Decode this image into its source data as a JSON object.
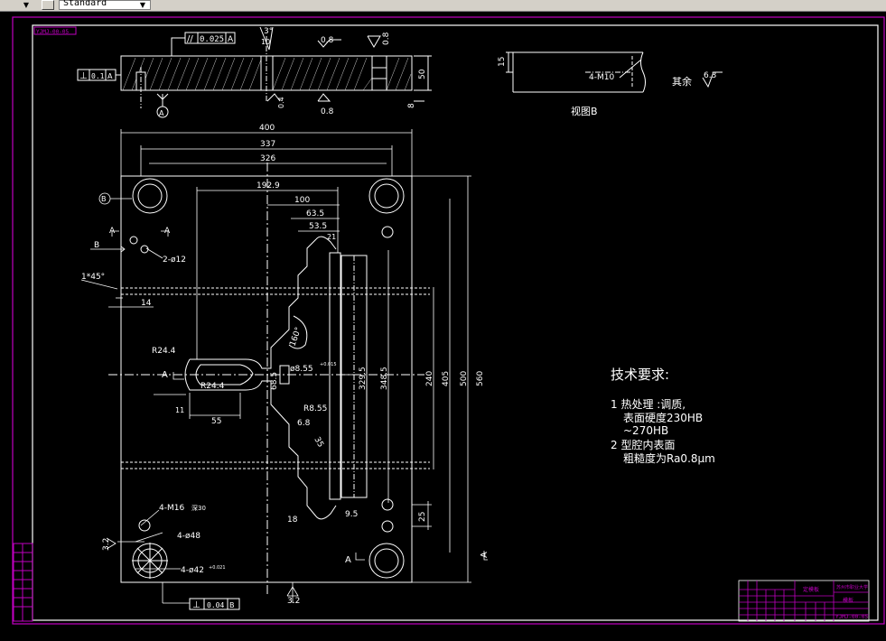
{
  "toolbar": {
    "style_value": "Standard"
  },
  "drawing": {
    "drawing_number": "YJMJ-00-05",
    "sheet_code_label": "YJMJ-00-05",
    "top_view": {
      "tol_flatness_symbol": "//",
      "tol_flatness_value": "0.025",
      "tol_flatness_datum": "A",
      "tol_perp_symbol": "⊥",
      "tol_perp_value": "0.1",
      "tol_perp_datum": "A",
      "angle": "3°",
      "dim_10": "10",
      "rough_08a": "0.8",
      "rough_08b": "0.8",
      "rough_04": "0.4",
      "rough_08c": "0.8",
      "dim_50": "50",
      "dim_8": "8",
      "datum_a": "A"
    },
    "view_b": {
      "dim_15": "15",
      "thread": "4-M10",
      "caption": "视图B",
      "rest_label": "其余",
      "rest_rough": "6.3"
    },
    "main_view": {
      "dim_400": "400",
      "dim_337": "337",
      "dim_326": "326",
      "dim_1929": "192.9",
      "dim_100": "100",
      "dim_635": "63.5",
      "dim_535": "53.5",
      "dim_21": "21",
      "dim_2_12": "2-ø12",
      "chamfer": "1*45°",
      "dim_14": "14",
      "dim_160": "160°",
      "r244a": "R24.4",
      "r244b": "R24.4",
      "dia855": "ø8.55",
      "tol_855": "+0.015",
      "r855": "R8.55",
      "dim_685": "68.5",
      "dim_68": "6.8",
      "dim_11": "11",
      "dim_55": "55",
      "dim_35": "35",
      "dim_3295": "329.5",
      "dim_3485": "348.5",
      "dim_240": "240",
      "dim_405": "405",
      "dim_500": "500",
      "dim_560": "560",
      "dim_18": "18",
      "dim_95": "9.5",
      "dim_25": "25",
      "m16": "4-M16",
      "m16_depth": "深30",
      "d48": "4-ø48",
      "d42": "4-ø42",
      "tol_42": "+0.021",
      "rough_32a": "3.2",
      "rough_32b": "3.2",
      "tol_bottom_symbol": "⊥",
      "tol_bottom_value": "0.04",
      "tol_bottom_datum": "B",
      "label_a1": "A",
      "label_a2": "A",
      "label_a3": "A",
      "label_a4": "A",
      "label_a5": "A",
      "label_b": "B",
      "label_b_circle": "B"
    },
    "notes": {
      "title": "技术要求:",
      "line1": "1  热处理 :调质,",
      "line2": "表面硬度230HB",
      "line3": "~270HB",
      "line4": "2  型腔内表面",
      "line5": "粗糙度为Ra0.8μm"
    },
    "title_block": {
      "name": "定模板",
      "company": "苏州市职业大学",
      "part": "模板",
      "code": "YJMJ-00-05"
    }
  }
}
